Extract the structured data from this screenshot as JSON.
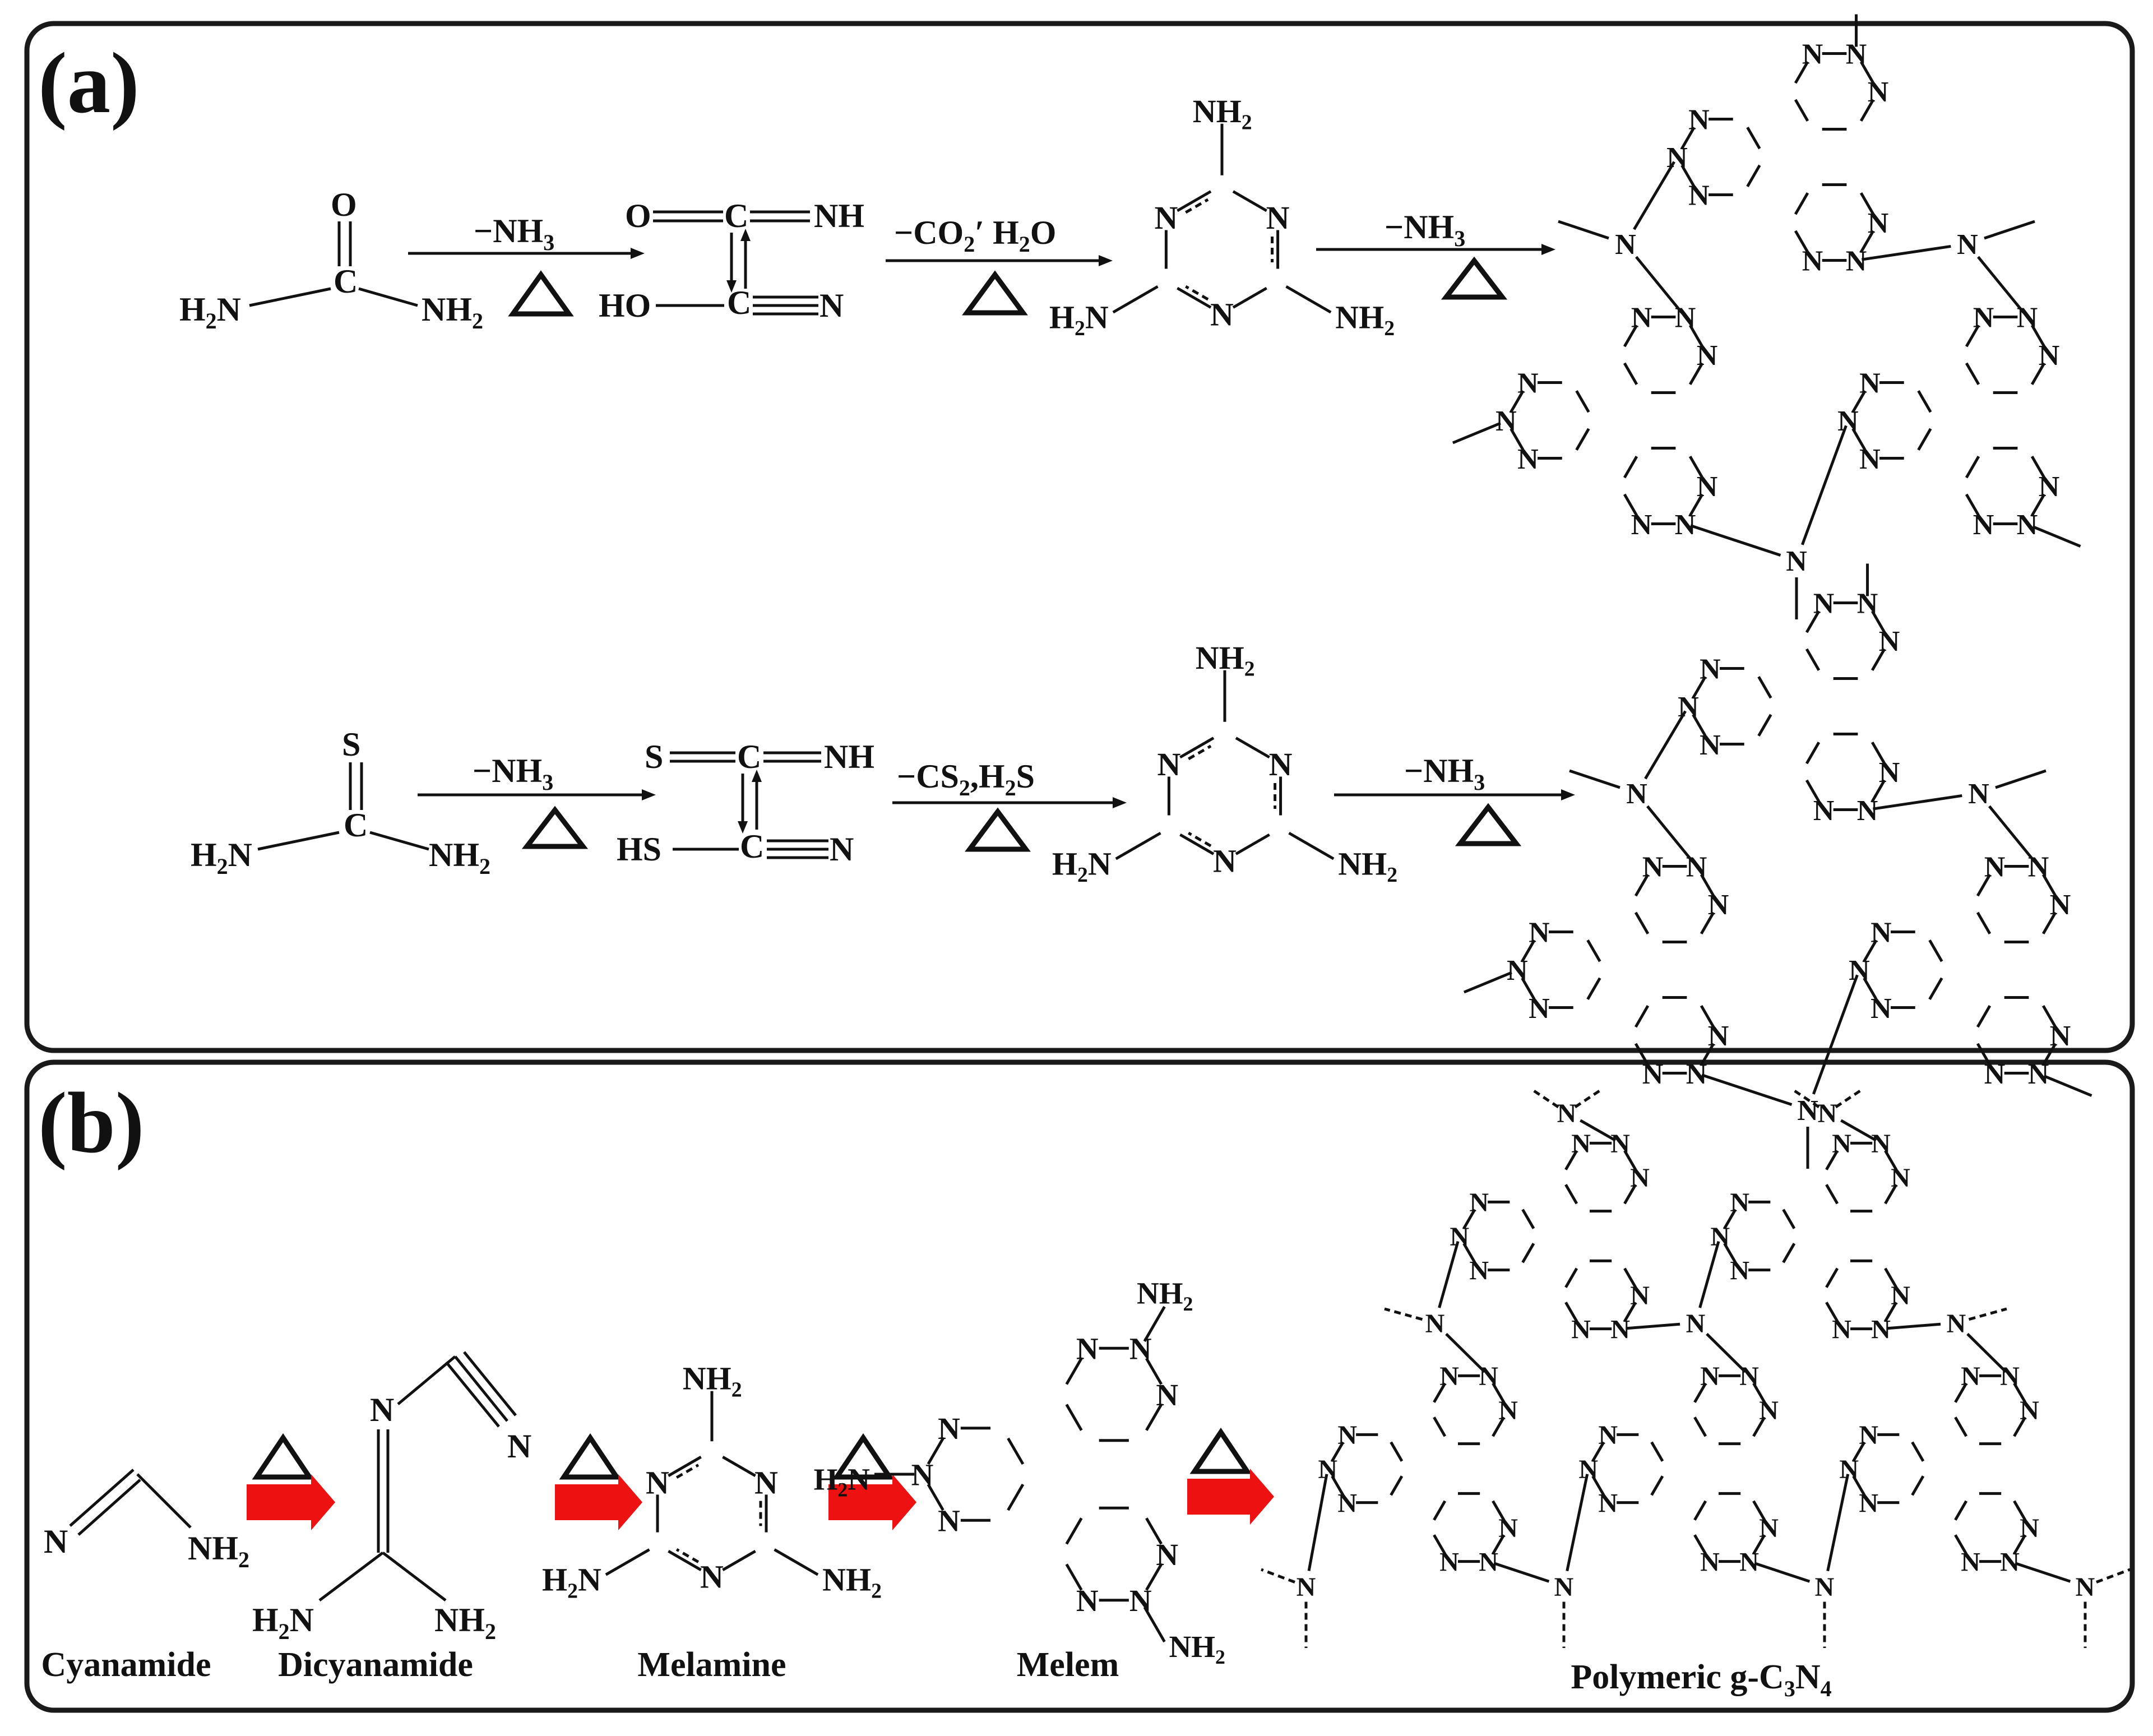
{
  "panels": {
    "a": {
      "label": "(a)"
    },
    "b": {
      "label": "(b)"
    }
  },
  "atoms": {
    "N": "N",
    "C": "C",
    "O": "O",
    "S": "S",
    "NH": "NH",
    "HO": "HO",
    "HS": "HS",
    "NH2": "NH",
    "H2N": "H",
    "sub2": "2",
    "sub3": "3",
    "sub4": "4"
  },
  "conditions": {
    "minus_NH3": "−NH",
    "minus_CO2_H2O_a": "−CO",
    "minus_CO2_H2O_b": "′ H",
    "minus_CO2_H2O_c": "O",
    "minus_CS2_H2S_a": "−CS",
    "minus_CS2_H2S_b": ",H",
    "minus_CS2_H2S_c": "S",
    "heat_symbol": "triangle"
  },
  "compounds": {
    "cyanamide": "Cyanamide",
    "dicyanamide": "Dicyanamide",
    "melamine": "Melamine",
    "melem": "Melem",
    "polymer_a": "Polymeric g-C",
    "polymer_b": "N"
  },
  "colors": {
    "arrow_red": "#ee1111",
    "ink": "#111111"
  }
}
